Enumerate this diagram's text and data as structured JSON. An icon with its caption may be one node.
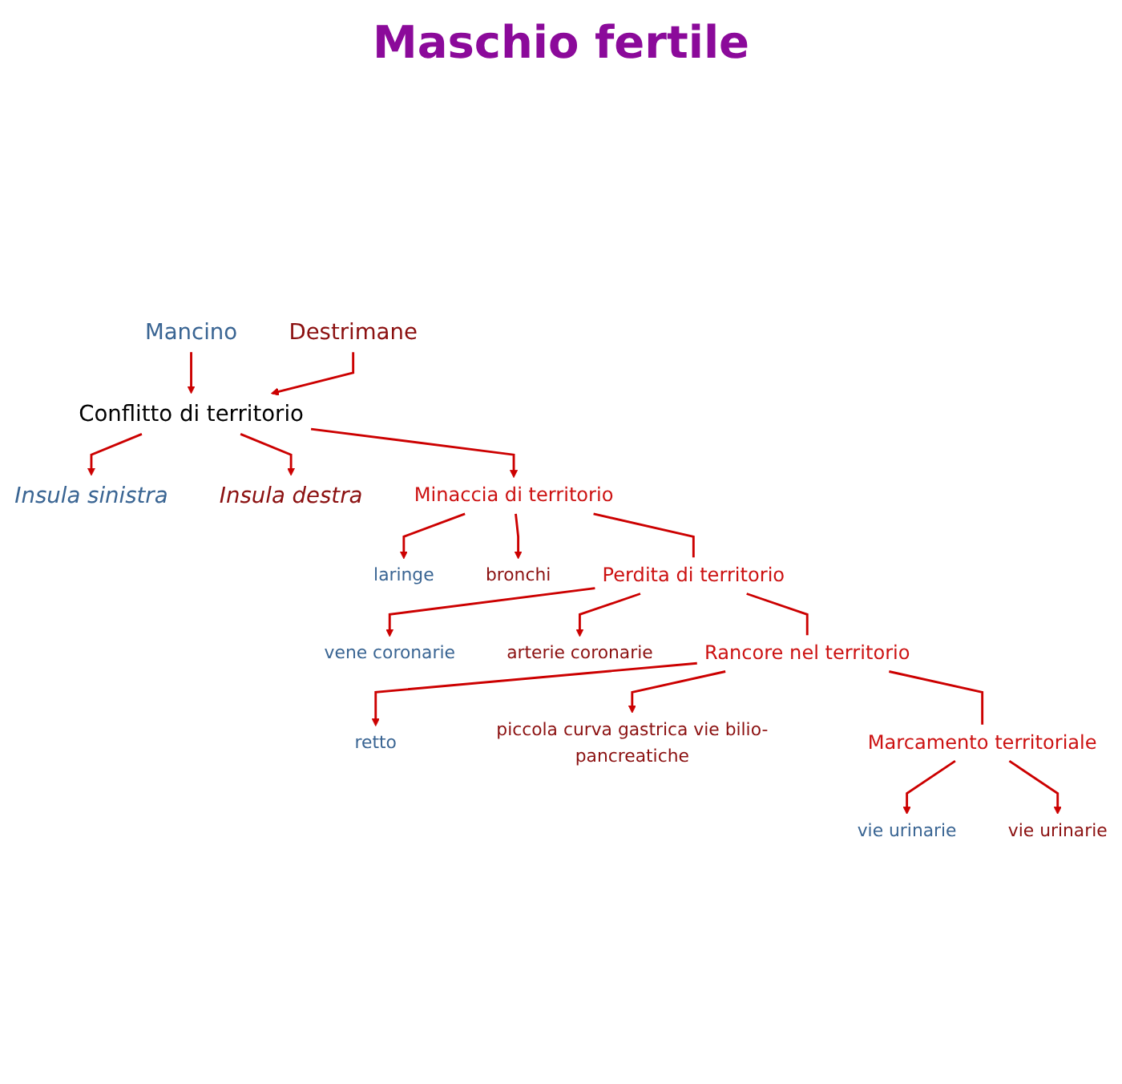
{
  "diagram": {
    "title": "Maschio fertile",
    "nodes": [
      {
        "text": [
          "Mancino"
        ]
      },
      {
        "text": [
          "Destrimane"
        ]
      },
      {
        "text": [
          "Conflitto di territorio"
        ]
      },
      {
        "text": [
          "Insula sinistra"
        ]
      },
      {
        "text": [
          "Insula destra"
        ]
      },
      {
        "text": [
          "Minaccia di territorio"
        ]
      },
      {
        "text": [
          "laringe"
        ]
      },
      {
        "text": [
          "bronchi"
        ]
      },
      {
        "text": [
          "Perdita di territorio"
        ]
      },
      {
        "text": [
          "vene coronarie"
        ]
      },
      {
        "text": [
          "arterie coronarie"
        ]
      },
      {
        "text": [
          "Rancore nel territorio"
        ]
      },
      {
        "text": [
          "retto"
        ]
      },
      {
        "text": [
          "piccola curva gastrica vie bilio-pancreatiche"
        ]
      },
      {
        "text": [
          "Marcamento territoriale"
        ]
      },
      {
        "text": [
          "vie urinarie"
        ]
      },
      {
        "text": [
          "vie urinarie"
        ]
      }
    ],
    "edges": [
      {
        "from": 0,
        "to": 2,
        "arrow": "to"
      },
      {
        "from": 1,
        "to": 2,
        "arrow": "to"
      },
      {
        "from": 2,
        "to": 3,
        "arrow": "to"
      },
      {
        "from": 2,
        "to": 4,
        "arrow": "to"
      },
      {
        "from": 2,
        "to": 5,
        "arrow": "to"
      },
      {
        "from": 5,
        "to": 6,
        "arrow": "to"
      },
      {
        "from": 5,
        "to": 7,
        "arrow": "to"
      },
      {
        "from": 5,
        "to": 8,
        "arrow": "none"
      },
      {
        "from": 8,
        "to": 9,
        "arrow": "to"
      },
      {
        "from": 8,
        "to": 10,
        "arrow": "to"
      },
      {
        "from": 8,
        "to": 11,
        "arrow": "none"
      },
      {
        "from": 11,
        "to": 12,
        "arrow": "to"
      },
      {
        "from": 11,
        "to": 13,
        "arrow": "to"
      },
      {
        "from": 11,
        "to": 14,
        "arrow": "none"
      },
      {
        "from": 14,
        "to": 15,
        "arrow": "to"
      },
      {
        "from": 14,
        "to": 16,
        "arrow": "to"
      }
    ]
  }
}
